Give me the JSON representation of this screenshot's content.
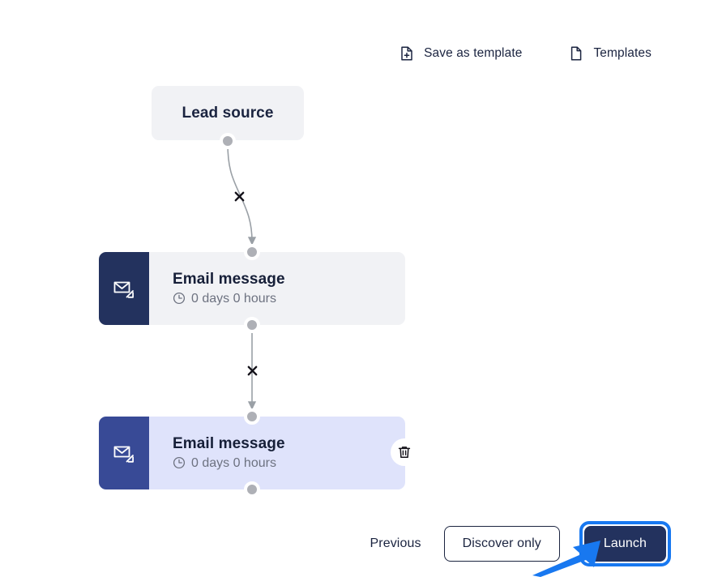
{
  "toolbar": {
    "actions": [
      {
        "label": "Save as template",
        "icon": "file-plus-icon"
      },
      {
        "label": "Templates",
        "icon": "file-icon"
      }
    ]
  },
  "canvas": {
    "trigger_node": {
      "label": "Lead source",
      "type": "trigger"
    },
    "steps": [
      {
        "title": "Email message",
        "delay": "0 days 0 hours",
        "icon": "email-send-icon",
        "clock_icon": "clock-icon",
        "selected": false
      },
      {
        "title": "Email message",
        "delay": "0 days 0 hours",
        "icon": "email-send-icon",
        "clock_icon": "clock-icon",
        "selected": true,
        "delete_icon": "trash-icon"
      }
    ],
    "edges": [
      {
        "from": "Lead source",
        "to": "Email message",
        "remove_icon": "close-x-icon"
      },
      {
        "from": "Email message",
        "to": "Email message",
        "remove_icon": "close-x-icon"
      }
    ]
  },
  "footer": {
    "previous_label": "Previous",
    "discover_label": "Discover only",
    "launch_label": "Launch"
  },
  "annotation": {
    "arrow": "pointer-arrow",
    "target": "Launch"
  },
  "colors": {
    "node_default_bg": "#f1f2f5",
    "node_selected_bg": "#dfe3fb",
    "icon_panel_default": "#23325e",
    "icon_panel_selected": "#384a96",
    "focus_ring": "#1878f0",
    "launch_bg": "#23325e",
    "annotation_blue": "#1878f0",
    "handle": "#aeb0b6",
    "edge_line": "#9aa0a6",
    "muted_text": "#6d7280"
  }
}
